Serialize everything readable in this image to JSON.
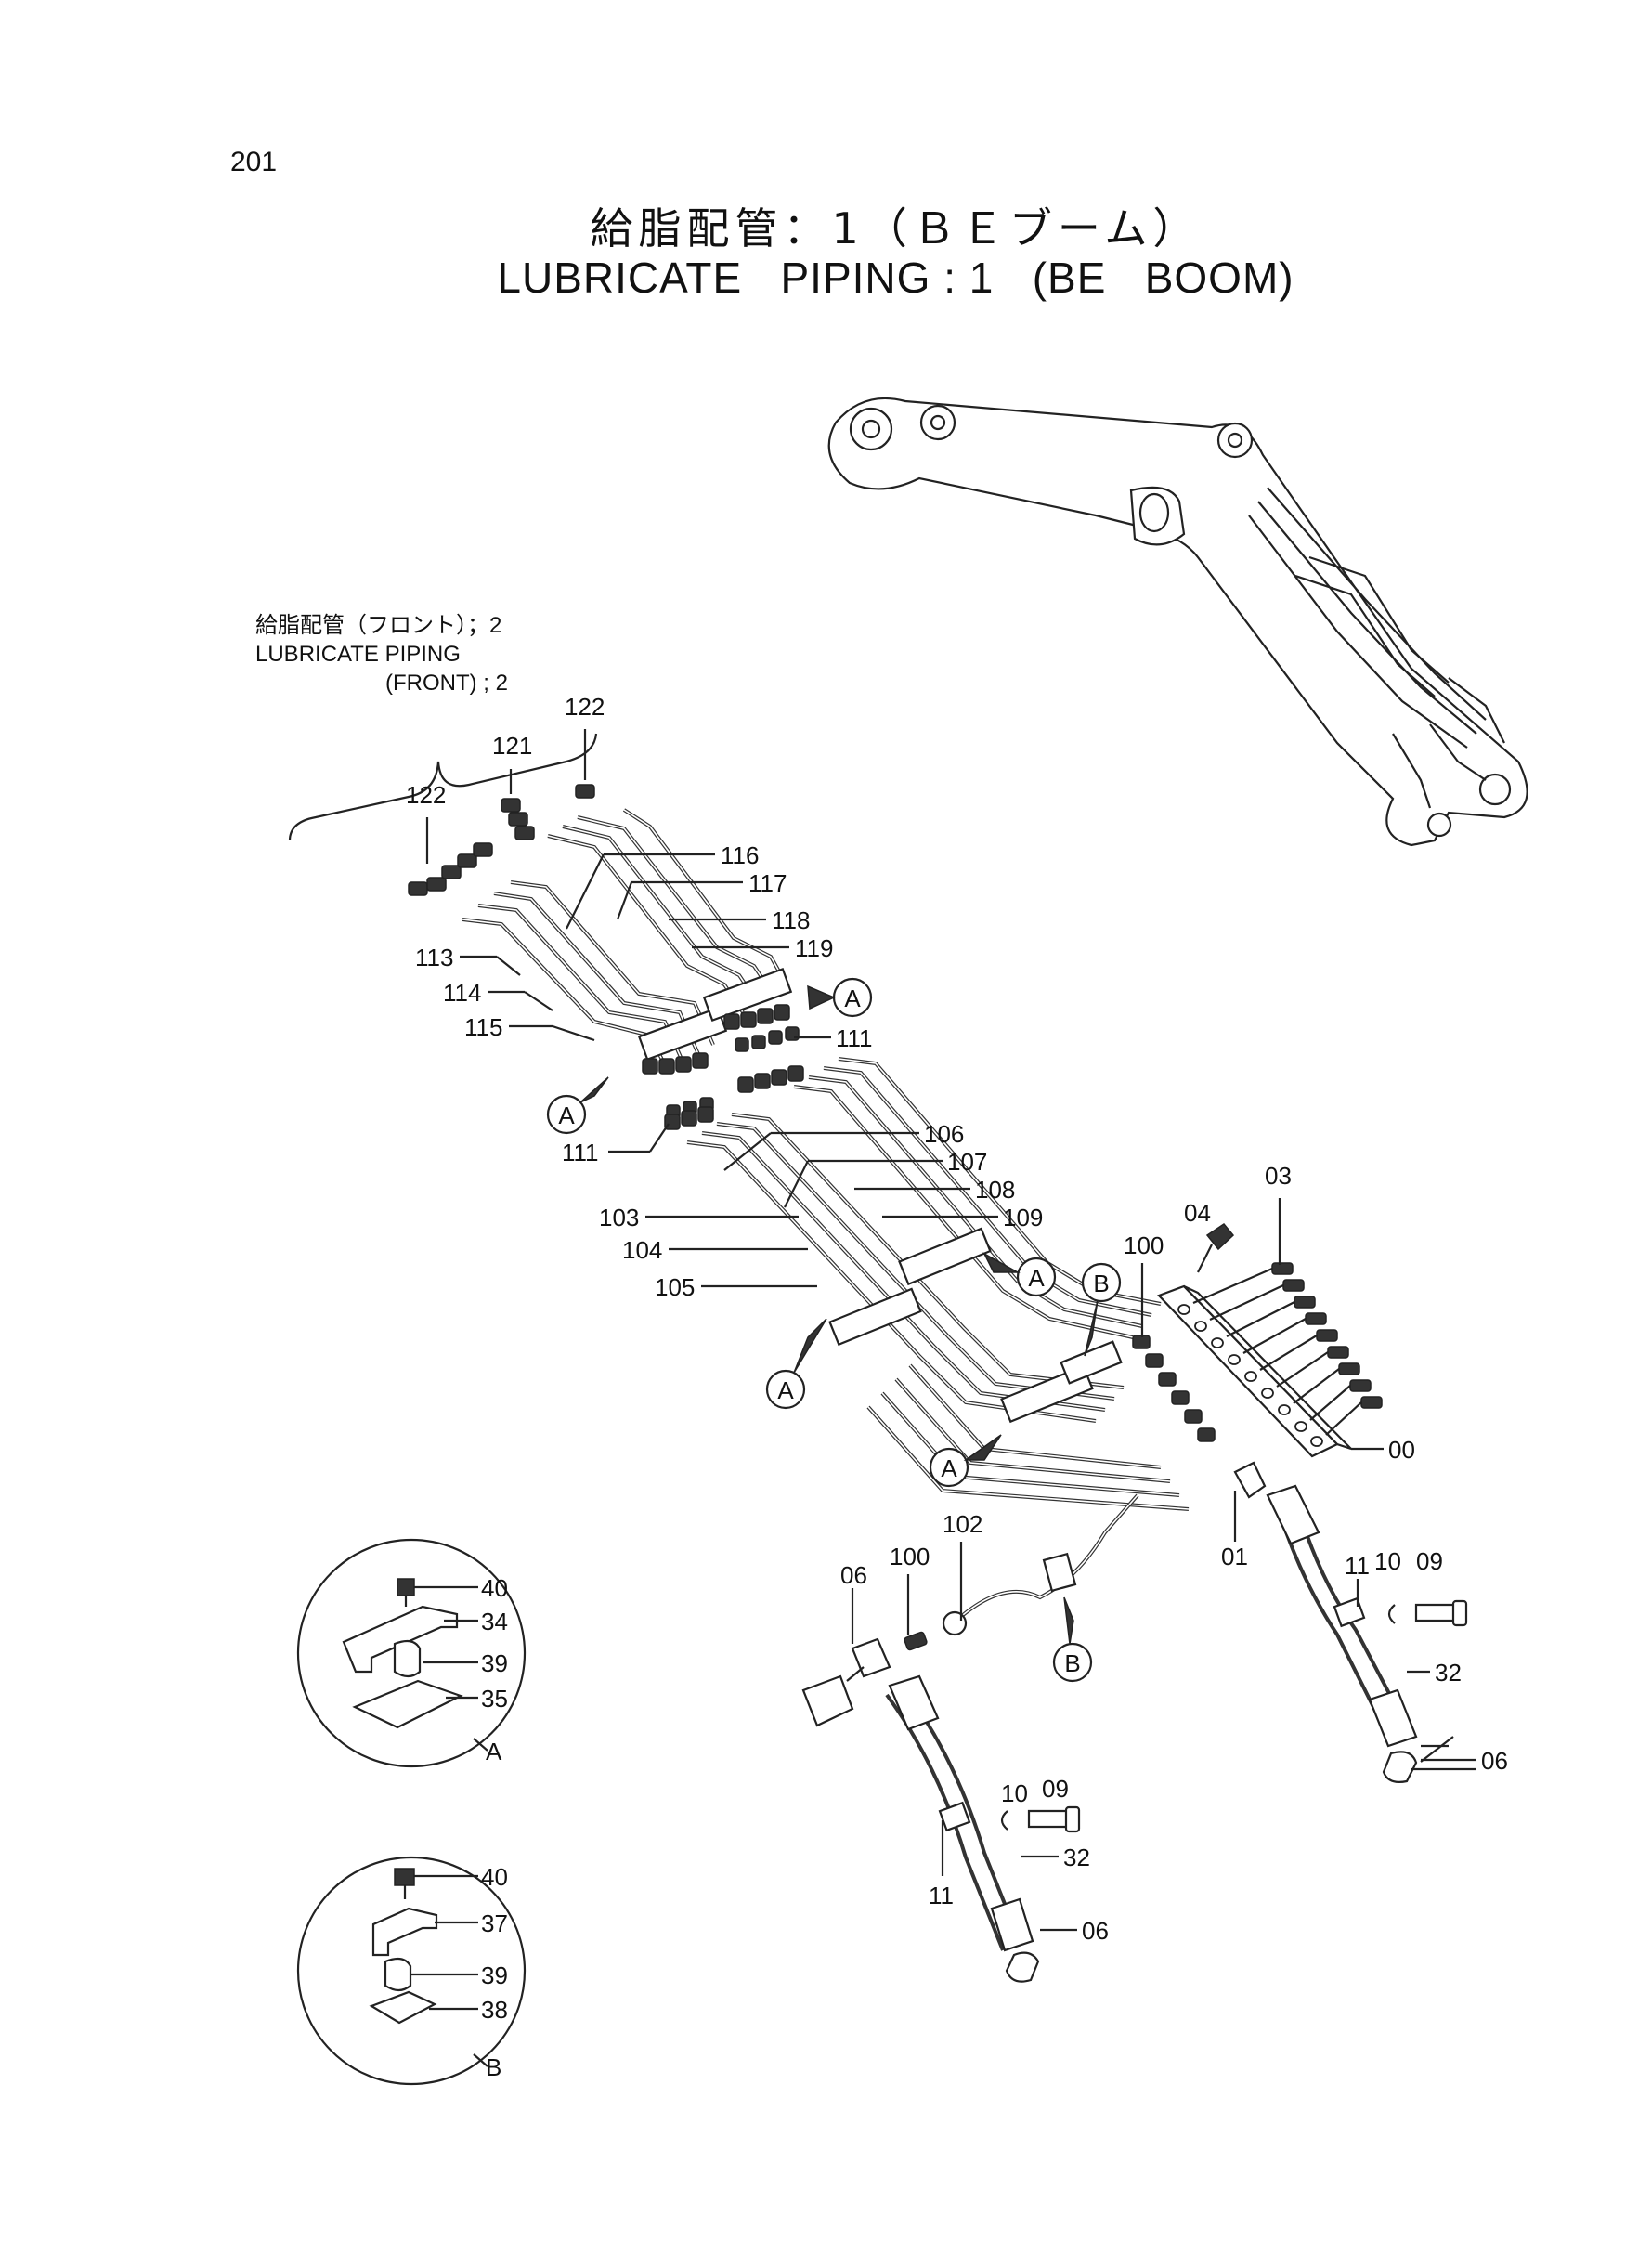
{
  "page_number": "201",
  "title": {
    "japanese": "給脂配管：1（ＢＥブーム）",
    "english": "LUBRICATE   PIPING : 1   (BE   BOOM)"
  },
  "front_note": {
    "line1": "給脂配管（フロント）；2",
    "line2": "LUBRICATE PIPING",
    "line3": "(FRONT) ; 2"
  },
  "parts": {
    "p00": "00",
    "p01": "01",
    "p03": "03",
    "p04": "04",
    "p06a": "06",
    "p06b": "06",
    "p06c": "06",
    "p09a": "09",
    "p09b": "09",
    "p10a": "10",
    "p10b": "10",
    "p11a": "11",
    "p11b": "11",
    "p32a": "32",
    "p32b": "32",
    "p100a": "100",
    "p100b": "100",
    "p102": "102",
    "p103": "103",
    "p104": "104",
    "p105": "105",
    "p106": "106",
    "p107": "107",
    "p108": "108",
    "p109": "109",
    "p111a": "111",
    "p111b": "111",
    "p113": "113",
    "p114": "114",
    "p115": "115",
    "p116": "116",
    "p117": "117",
    "p118": "118",
    "p119": "119",
    "p121": "121",
    "p122a": "122",
    "p122b": "122"
  },
  "detail_a": {
    "label": "A",
    "parts": [
      "40",
      "34",
      "39",
      "35"
    ]
  },
  "detail_b": {
    "label": "B",
    "parts": [
      "40",
      "37",
      "39",
      "38"
    ]
  },
  "callouts": {
    "a": "A",
    "b": "B"
  }
}
